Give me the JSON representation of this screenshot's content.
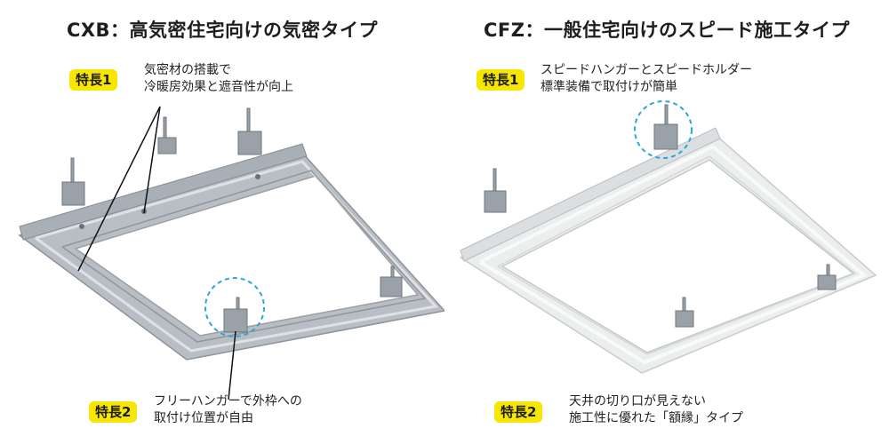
{
  "left": {
    "title": "CXB：高気密住宅向けの気密タイプ",
    "feature1": {
      "badge": "特長1",
      "lines": [
        "気密材の搭載で",
        "冷暖房効果と遮音性が向上"
      ]
    },
    "feature2": {
      "badge": "特長2",
      "lines": [
        "フリーハンガーで外枠への",
        "取付け位置が自由"
      ]
    }
  },
  "right": {
    "title": "CFZ：一般住宅向けのスピード施工タイプ",
    "feature1": {
      "badge": "特長1",
      "lines": [
        "スピードハンガーとスピードホルダー",
        "標準装備で取付けが簡単"
      ]
    },
    "feature2": {
      "badge": "特長2",
      "lines": [
        "天井の切り口が見えない",
        "施工性に優れた「額縁」タイプ"
      ]
    }
  },
  "colors": {
    "badge": "#f7e600",
    "highlight_circle": "#2aa6df",
    "left_frame": "#b9bec4",
    "right_frame": "#eceeee"
  }
}
